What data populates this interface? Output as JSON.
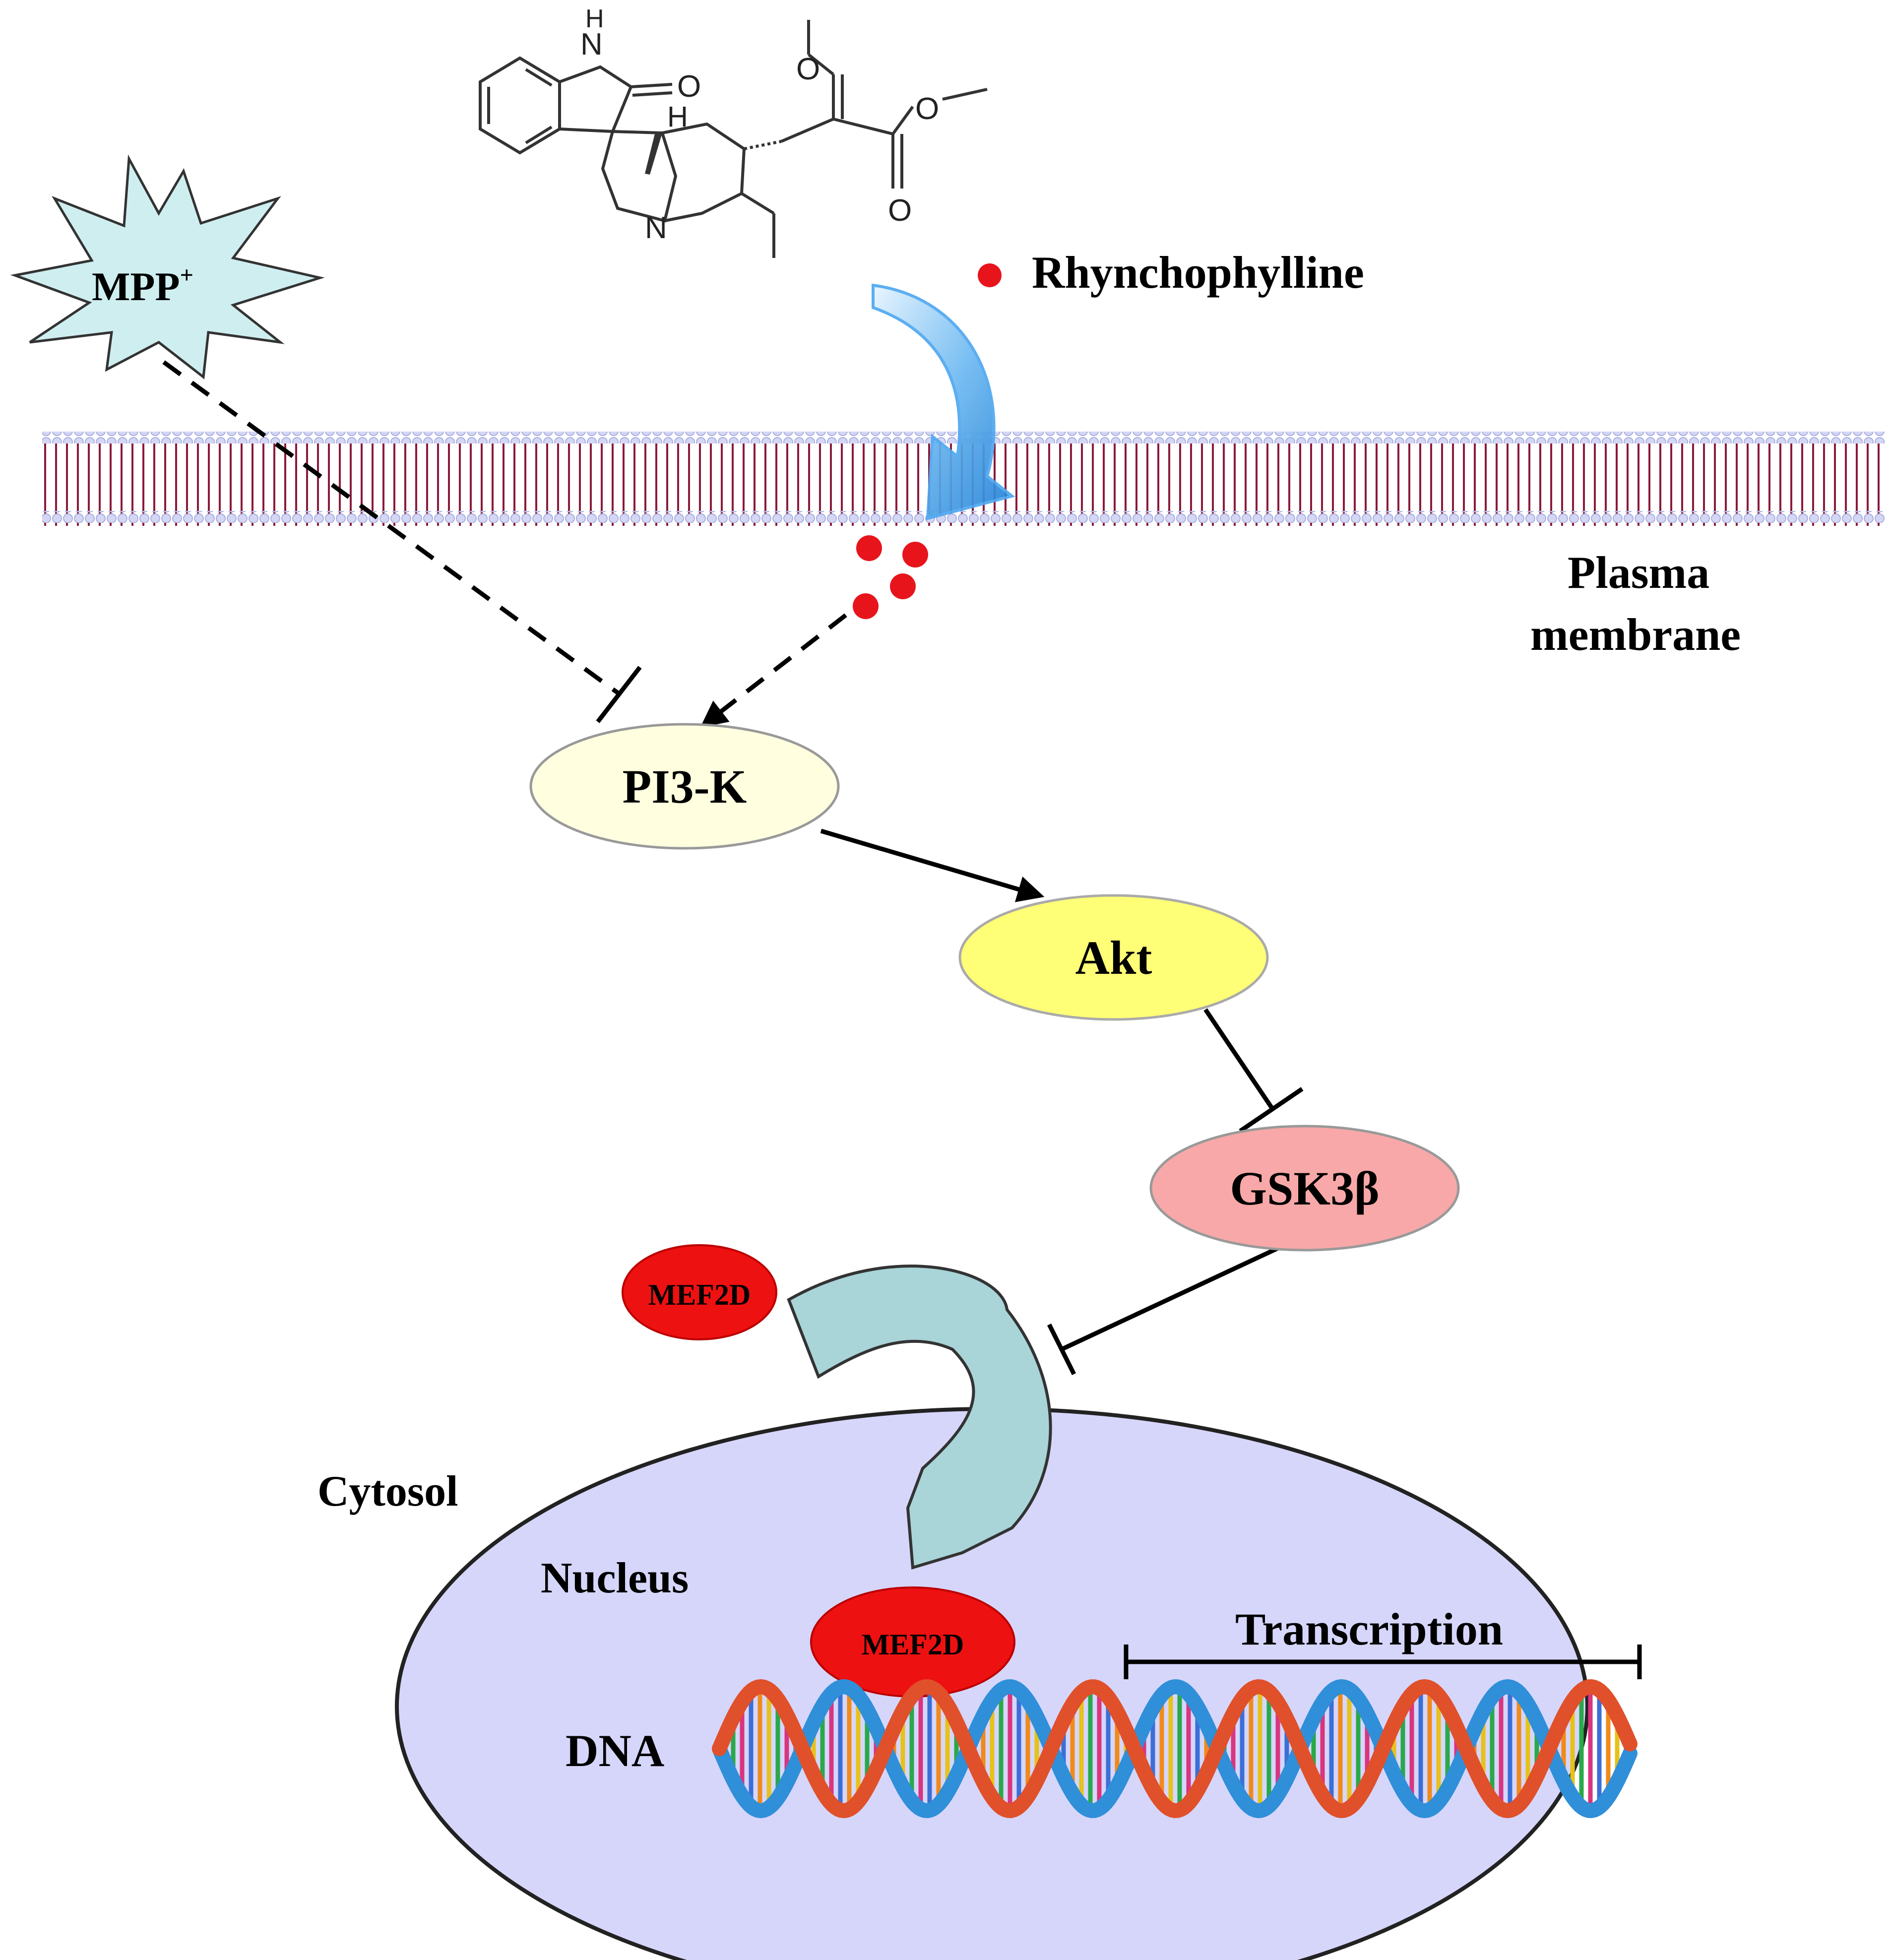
{
  "labels": {
    "mpp": "MPP",
    "mpp_sup": "+",
    "rhynchophylline": "Rhynchophylline",
    "plasma_line1": "Plasma",
    "plasma_line2": "membrane",
    "pi3k": "PI3-K",
    "akt": "Akt",
    "gsk3b": "GSK3β",
    "mef2d_cytosol": "MEF2D",
    "mef2d_nucleus": "MEF2D",
    "cytosol": "Cytosol",
    "nucleus": "Nucleus",
    "transcription": "Transcription",
    "dna": "DNA"
  },
  "chem_atoms": {
    "nh_n": "N",
    "nh_h": "H",
    "oxo": "O",
    "stereo_h": "H",
    "ring_n": "N",
    "ome_o": "O",
    "ester_o": "O",
    "carbonyl_o": "O"
  },
  "colors": {
    "mpp_fill": "#cfeef0",
    "pi3k_fill": "#ffffe0",
    "akt_fill": "#ffff77",
    "gsk3b_fill": "#f8a8a8",
    "mef2d_fill": "#ee1111",
    "nucleus_fill": "#d6d6fb",
    "membrane_head": "#c9cdf0",
    "membrane_tail": "#8b1a3a",
    "rhyncho_dot": "#e8141c",
    "entry_arrow": "#4fa8f0",
    "translocation_arrow": "#a9d4d8",
    "dna_strand_a": "#e0502a",
    "dna_strand_b": "#2f8fd8"
  },
  "icons": {
    "mpp_shape": "starburst",
    "rhyncho_marker": "red-dot",
    "entry": "curved-blue-arrow",
    "translocation": "curved-teal-arrow",
    "dna": "double-helix"
  }
}
